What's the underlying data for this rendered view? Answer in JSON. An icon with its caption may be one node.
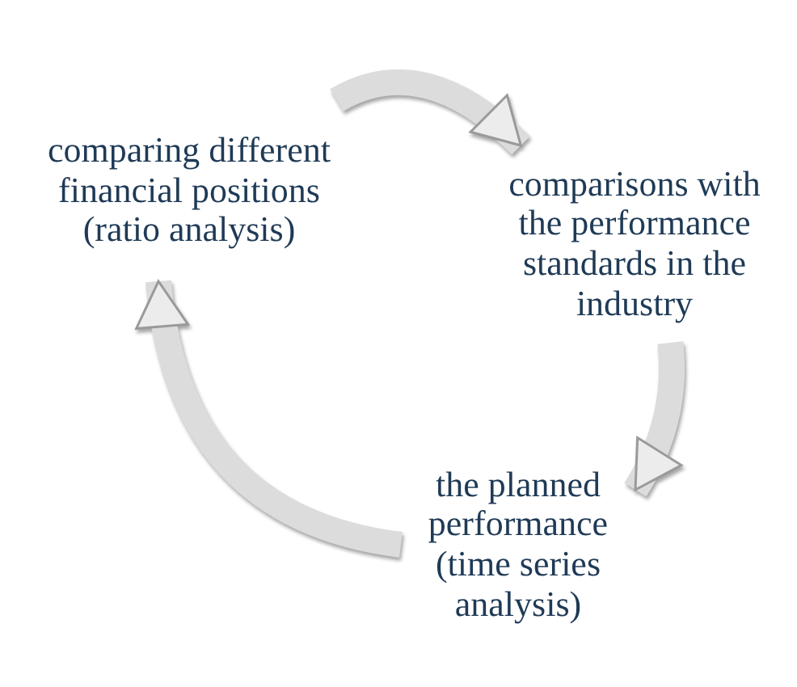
{
  "diagram": {
    "nodes": [
      {
        "text": [
          "comparing different financial positions (ratio analysis)"
        ]
      },
      {
        "text": [
          "comparisons with the performance standards in the industry"
        ]
      },
      {
        "text": [
          "the planned performance (time series analysis)"
        ]
      }
    ],
    "edges": [
      {
        "from": 0,
        "to": 1,
        "arrow": "to"
      },
      {
        "from": 1,
        "to": 2,
        "arrow": "to"
      },
      {
        "from": 2,
        "to": 0,
        "arrow": "to"
      }
    ]
  }
}
